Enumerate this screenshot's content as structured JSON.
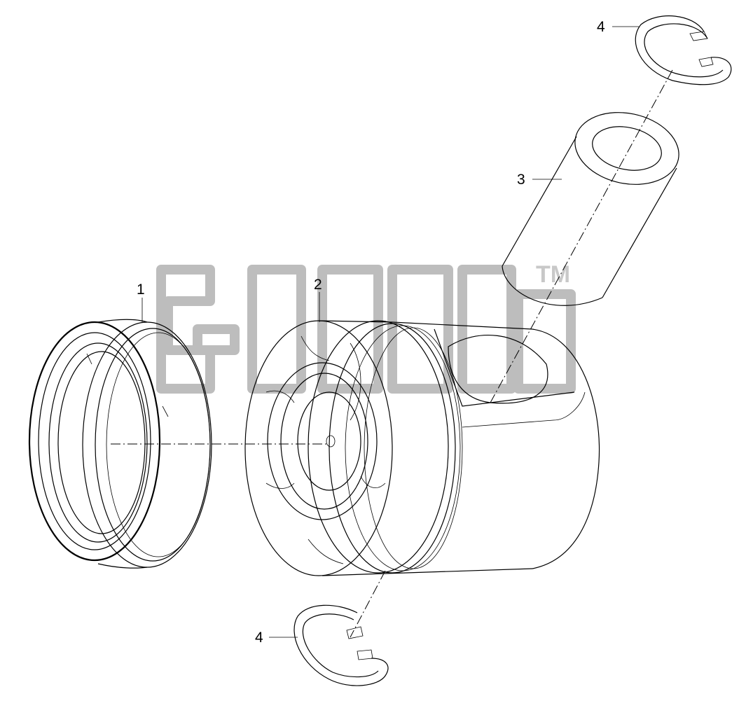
{
  "watermark": {
    "trademark": "TM"
  },
  "callouts": [
    {
      "id": "callout-1",
      "label": "1"
    },
    {
      "id": "callout-2",
      "label": "2"
    },
    {
      "id": "callout-3",
      "label": "3"
    },
    {
      "id": "callout-4-top",
      "label": "4"
    },
    {
      "id": "callout-4-bottom",
      "label": "4"
    }
  ]
}
